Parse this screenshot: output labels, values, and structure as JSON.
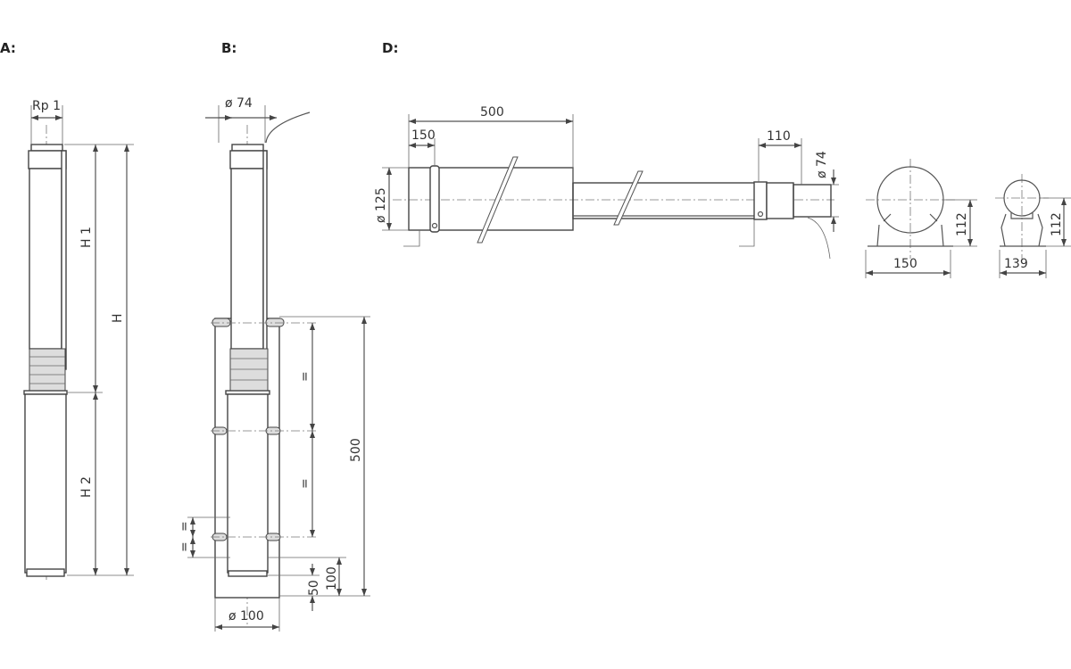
{
  "views": {
    "A": {
      "label": "A:",
      "dims": {
        "thread": "Rp 1",
        "h1": "H 1",
        "h": "H",
        "h2": "H 2"
      }
    },
    "B": {
      "label": "B:",
      "dims": {
        "dia_top": "ø 74",
        "equal": "=",
        "total": "500",
        "d100": "100",
        "d50": "50",
        "dia_shroud": "ø 100"
      }
    },
    "D": {
      "label": "D:",
      "dims": {
        "length": "500",
        "clamp_offset": "150",
        "head_length": "110",
        "dia_large": "ø 125",
        "dia_small": "ø 74",
        "height_large": "112",
        "width_large": "150",
        "height_small": "112",
        "width_small": "139"
      }
    }
  }
}
